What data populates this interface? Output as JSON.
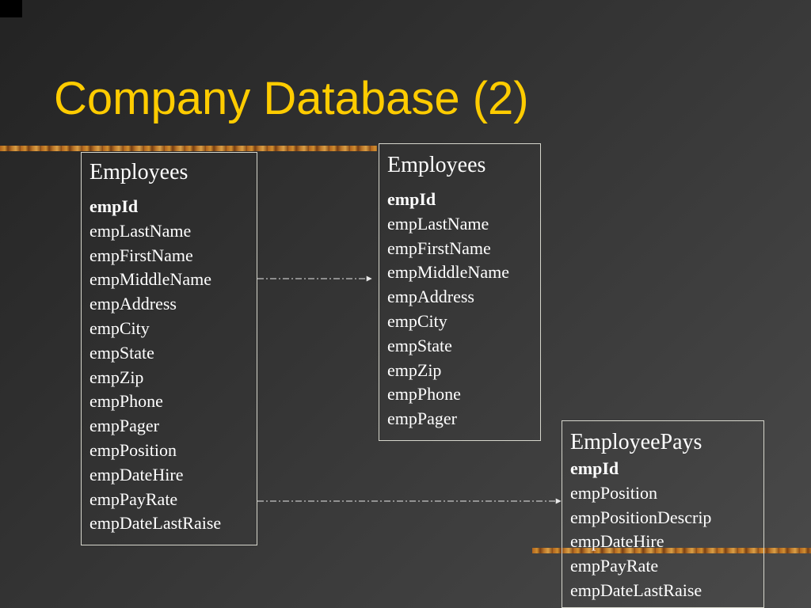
{
  "slide": {
    "title": "Company Database (2)"
  },
  "tables": {
    "employees_original": {
      "name": "Employees",
      "key_field": "empId",
      "fields": [
        "empLastName",
        "empFirstName",
        "empMiddleName",
        "empAddress",
        "empCity",
        "empState",
        "empZip",
        "empPhone",
        "empPager",
        "empPosition",
        "empDateHire",
        "empPayRate",
        "empDateLastRaise"
      ]
    },
    "employees": {
      "name": "Employees",
      "key_field": "empId",
      "fields": [
        "empLastName",
        "empFirstName",
        "empMiddleName",
        "empAddress",
        "empCity",
        "empState",
        "empZip",
        "empPhone",
        "empPager"
      ]
    },
    "employee_pays": {
      "name": "EmployeePays",
      "key_field": "empId",
      "fields": [
        "empPosition",
        "empPositionDescrip",
        "empDateHire",
        "empPayRate",
        "empDateLastRaise"
      ]
    }
  },
  "colors": {
    "title": "#ffcc00",
    "text": "#ffffff",
    "border": "#d6d6cc",
    "connector": "#e8e8e8",
    "rule_accent": "#c27a29"
  }
}
